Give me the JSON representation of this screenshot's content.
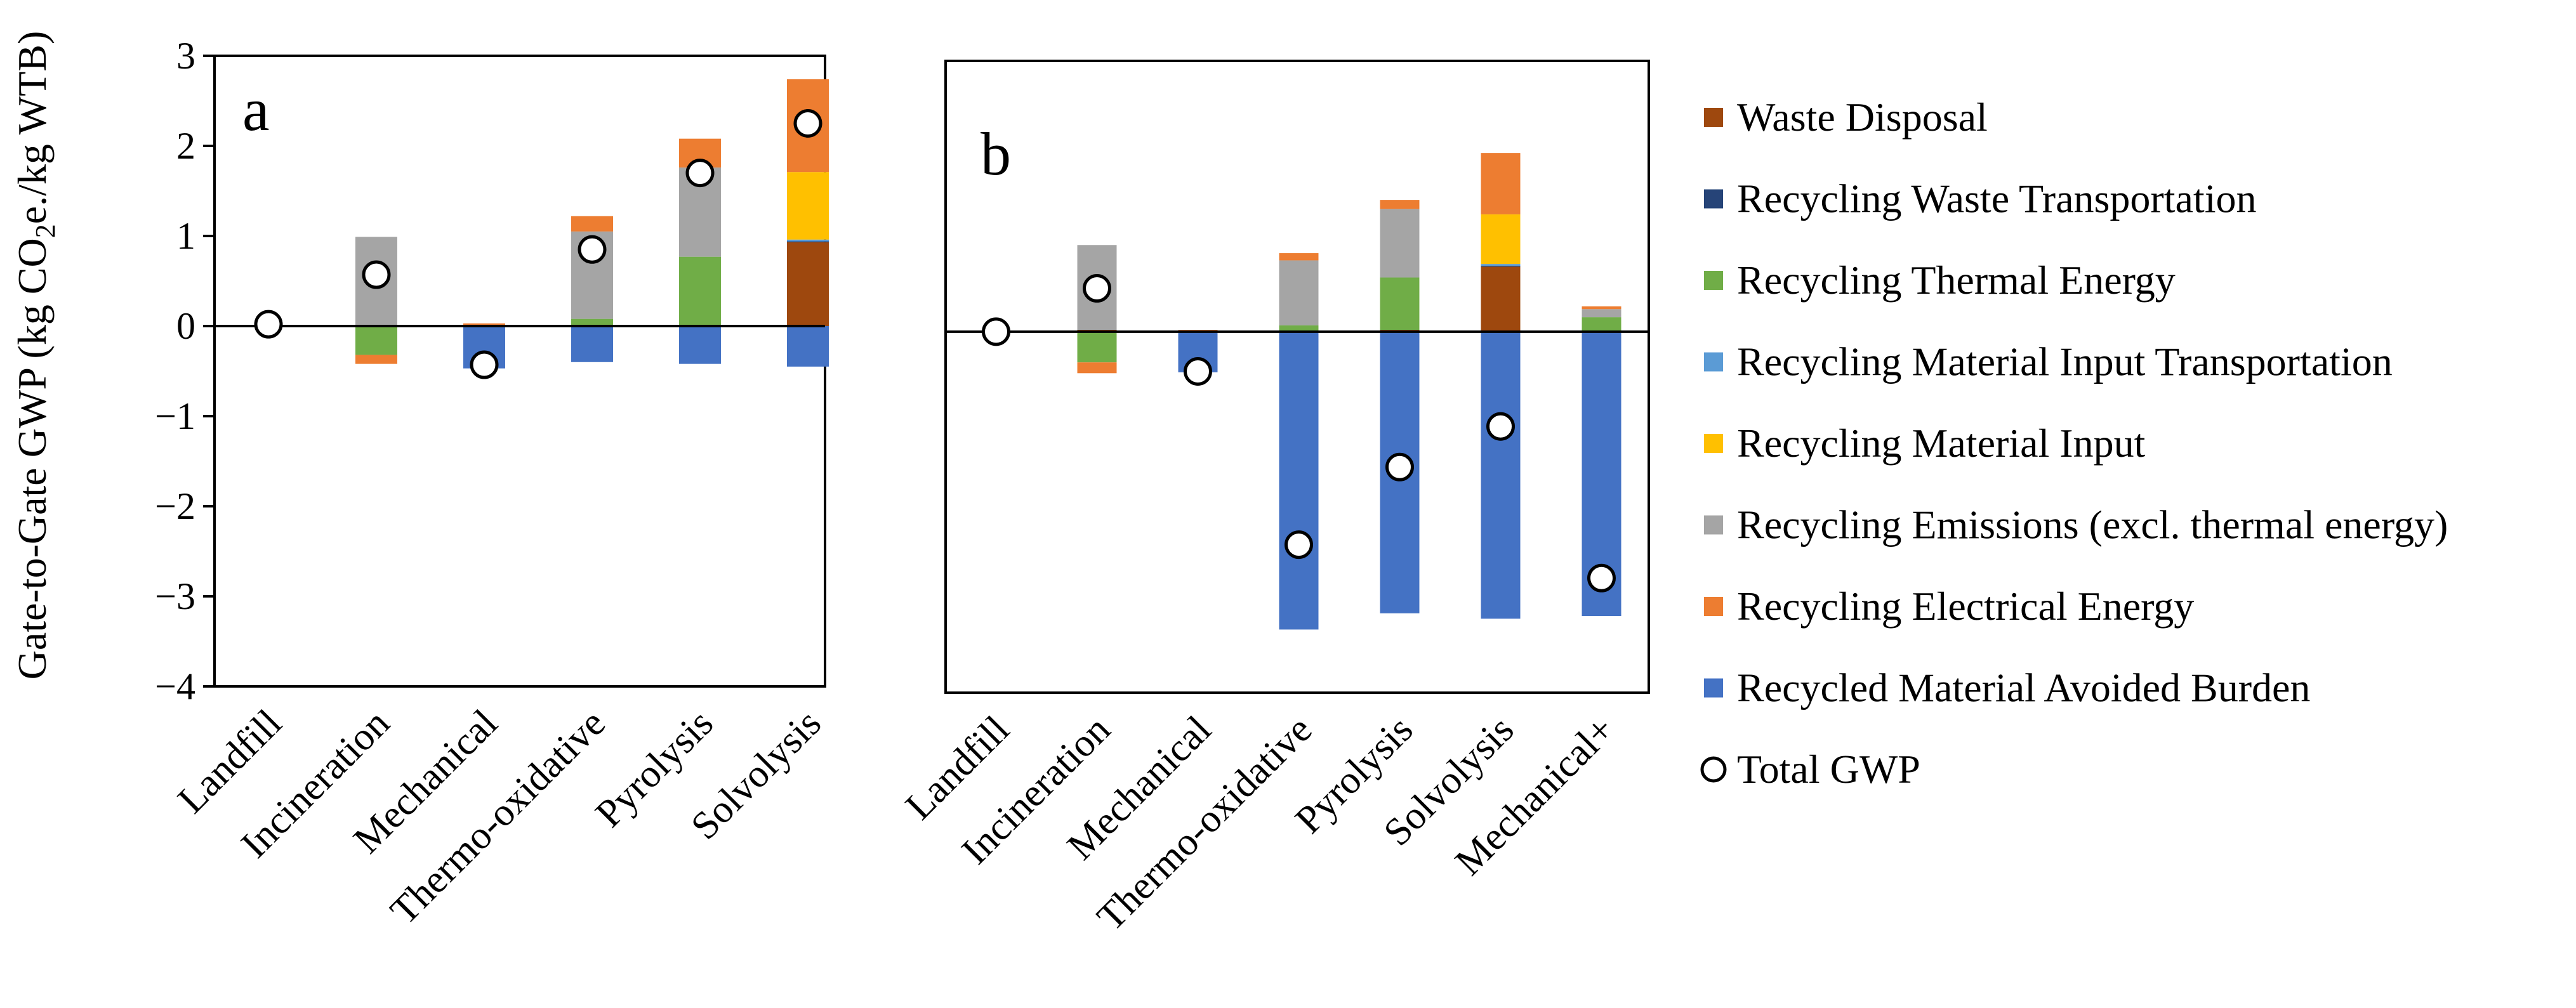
{
  "chart_data": [
    {
      "type": "bar",
      "stacked": true,
      "panel_label": "a",
      "categories": [
        "Landfill",
        "Incineration",
        "Mechanical",
        "Thermo-oxidative",
        "Pyrolysis",
        "Solvolysis"
      ],
      "series": [
        {
          "name": "Waste Disposal",
          "values": [
            0,
            0.01,
            0,
            0,
            0.01,
            0.93
          ]
        },
        {
          "name": "Recycling Waste Transportation",
          "values": [
            0,
            0,
            0,
            0,
            0,
            0.01
          ]
        },
        {
          "name": "Recycling Thermal Energy",
          "values": [
            0,
            -0.32,
            0,
            0.08,
            0.76,
            0
          ]
        },
        {
          "name": "Recycling Material Input Transportation",
          "values": [
            0,
            0,
            0,
            0,
            0,
            0.02
          ]
        },
        {
          "name": "Recycling Material Input",
          "values": [
            0,
            0,
            0,
            0,
            0,
            0.75
          ]
        },
        {
          "name": "Recycling Emissions (excl. thermal energy)",
          "values": [
            0,
            0.98,
            0,
            0.97,
            0.99,
            0
          ]
        },
        {
          "name": "Recycling Electrical Energy",
          "values": [
            0,
            -0.1,
            0.03,
            0.17,
            0.32,
            1.03
          ]
        },
        {
          "name": "Recycled Material Avoided Burden",
          "values": [
            0,
            0,
            -0.47,
            -0.4,
            -0.42,
            -0.45
          ]
        }
      ],
      "total_gwp": [
        0.02,
        0.57,
        -0.43,
        0.85,
        1.7,
        2.25
      ],
      "ylabel": "Gate-to-Gate GWP (kg CO₂e./kg WTB)",
      "ylim": [
        -4,
        3
      ],
      "yticks": [
        "3",
        "2",
        "1",
        "0",
        "−1",
        "−2",
        "−3",
        "−4"
      ]
    },
    {
      "type": "bar",
      "stacked": true,
      "panel_label": "b",
      "categories": [
        "Landfill",
        "Incineration",
        "Mechanical",
        "Thermo-oxidative",
        "Pyrolysis",
        "Solvolysis",
        "Mechanical+"
      ],
      "series": [
        {
          "name": "Waste Disposal",
          "values": [
            0,
            0.02,
            0,
            0,
            0.02,
            0.72
          ]
        },
        {
          "name": "Recycling Waste Transportation",
          "values": [
            0,
            0,
            0,
            0,
            0,
            0.01
          ]
        },
        {
          "name": "Recycling Thermal Energy",
          "values": [
            0,
            -0.34,
            0,
            0.07,
            0.58,
            0,
            0.16
          ]
        },
        {
          "name": "Recycling Material Input Transportation",
          "values": [
            0,
            0,
            0,
            0,
            0,
            0.02,
            0
          ]
        },
        {
          "name": "Recycling Material Input",
          "values": [
            0,
            0,
            0,
            0,
            0,
            0.55,
            0
          ]
        },
        {
          "name": "Recycling Emissions (excl. thermal energy)",
          "values": [
            0,
            0.94,
            0,
            0.72,
            0.76,
            0,
            0.09
          ]
        },
        {
          "name": "Recycling Electrical Energy",
          "values": [
            0,
            -0.12,
            0.02,
            0.08,
            0.1,
            0.68,
            0.03
          ]
        },
        {
          "name": "Recycled Material Avoided Burden",
          "values": [
            0,
            0,
            -0.45,
            -3.3,
            -3.12,
            -3.18,
            -3.15
          ]
        }
      ],
      "total_gwp": [
        0,
        0.48,
        -0.44,
        -2.36,
        -1.5,
        -1.05,
        -2.73
      ],
      "ylim": [
        -4,
        3
      ]
    }
  ],
  "legend": [
    {
      "label": "Waste Disposal",
      "color": "#9E480E"
    },
    {
      "label": "Recycling Waste Transportation",
      "color": "#264478"
    },
    {
      "label": "Recycling Thermal Energy",
      "color": "#70AD47"
    },
    {
      "label": "Recycling Material Input Transportation",
      "color": "#5B9BD5"
    },
    {
      "label": "Recycling Material Input",
      "color": "#FFC000"
    },
    {
      "label": "Recycling Emissions (excl. thermal energy)",
      "color": "#A5A5A5"
    },
    {
      "label": "Recycling Electrical Energy",
      "color": "#ED7D31"
    },
    {
      "label": "Recycled Material Avoided Burden",
      "color": "#4472C4"
    },
    {
      "label": "Total GWP",
      "marker": "open-circle"
    }
  ]
}
